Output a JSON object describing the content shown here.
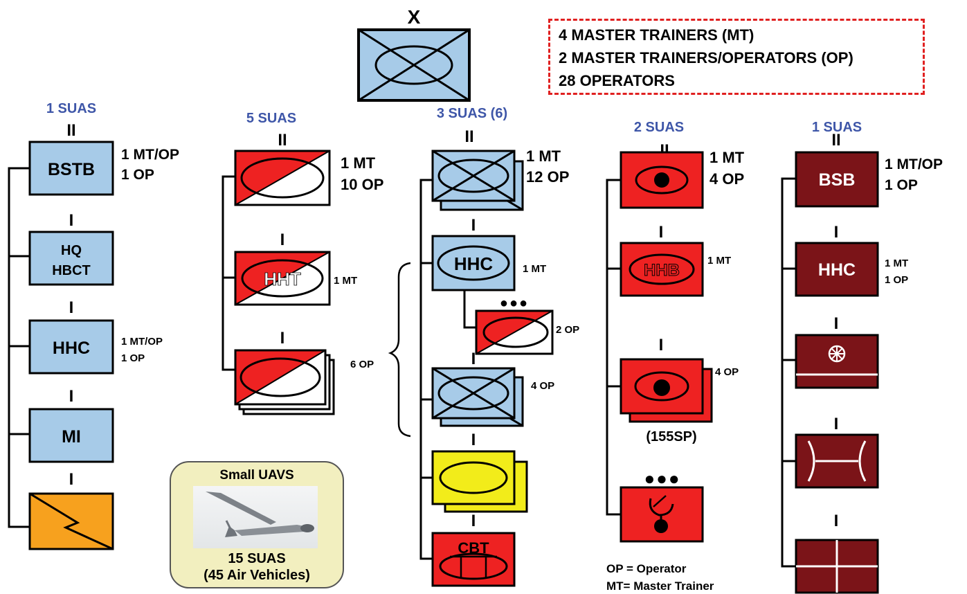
{
  "echelon": {
    "brigade": "X",
    "battalion": "II",
    "company": "I",
    "dots": "●●●"
  },
  "legend": {
    "line1": "4 MASTER TRAINERS (MT)",
    "line2": "2 MASTER TRAINERS/OPERATORS (OP)",
    "line3": "28 OPERATORS"
  },
  "columns": {
    "bstb": {
      "suas": "1 SUAS",
      "main_label": "BSTB",
      "main_mt": "1 MT/OP",
      "main_op": "1 OP",
      "hq_line1": "HQ",
      "hq_line2": "HBCT",
      "hhc_label": "HHC",
      "hhc_mt": "1 MT/OP",
      "hhc_op": "1 OP",
      "mi_label": "MI"
    },
    "cav": {
      "suas": "5 SUAS",
      "main_mt": "1 MT",
      "main_op": "10 OP",
      "hht_label": "HHT",
      "hht_mt": "1 MT",
      "troops_op": "6 OP"
    },
    "cab": {
      "suas": "3 SUAS (6)",
      "main_mt": "1 MT",
      "main_op": "12 OP",
      "hhc_label": "HHC",
      "hhc_mt": "1 MT",
      "scout_op": "2 OP",
      "coy_op": "4 OP",
      "cbt_label": "CBT"
    },
    "fa": {
      "suas": "2 SUAS",
      "main_mt": "1 MT",
      "main_op": "4 OP",
      "hhb_label": "HHB",
      "hhb_mt": "1 MT",
      "btry_op": "4 OP",
      "btry_type": "(155SP)"
    },
    "bsb": {
      "suas": "1 SUAS",
      "main_label": "BSB",
      "main_mt": "1 MT/OP",
      "main_op": "1 OP",
      "hhc_label": "HHC",
      "hhc_mt": "1 MT",
      "hhc_op": "1 OP"
    }
  },
  "uav_box": {
    "title": "Small UAVS",
    "count": "15 SUAS",
    "vehicles": "(45 Air Vehicles)"
  },
  "abbrev": {
    "op": "OP = Operator",
    "mt": "MT= Master Trainer"
  },
  "colors": {
    "friendly_blue": "#a7cbe8",
    "red": "#ee2222",
    "dark_red": "#7b1418",
    "yellow": "#f2ec1a",
    "orange": "#f7a11e",
    "suas_blue": "#3e56a8",
    "legend_border": "#e02020"
  }
}
